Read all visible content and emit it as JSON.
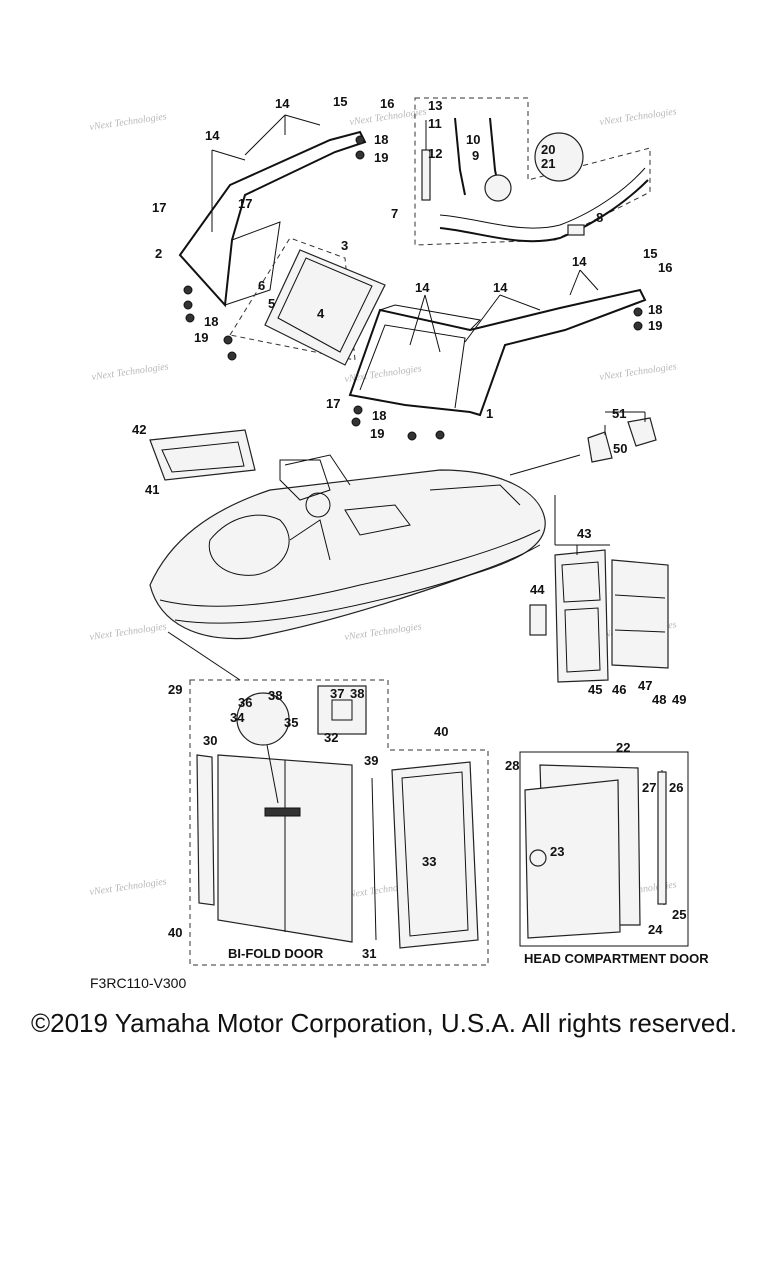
{
  "diagram": {
    "code": "F3RC110-V300",
    "captions": {
      "bifold": "BI-FOLD DOOR",
      "head": "HEAD COMPARTMENT DOOR"
    },
    "watermark": "vNext Technologies",
    "callouts": [
      {
        "num": "1"
      },
      {
        "num": "2"
      },
      {
        "num": "3"
      },
      {
        "num": "4"
      },
      {
        "num": "5"
      },
      {
        "num": "6"
      },
      {
        "num": "7"
      },
      {
        "num": "8"
      },
      {
        "num": "9"
      },
      {
        "num": "10"
      },
      {
        "num": "11"
      },
      {
        "num": "12"
      },
      {
        "num": "13"
      },
      {
        "num": "14"
      },
      {
        "num": "14"
      },
      {
        "num": "14"
      },
      {
        "num": "14"
      },
      {
        "num": "14"
      },
      {
        "num": "15"
      },
      {
        "num": "15"
      },
      {
        "num": "16"
      },
      {
        "num": "16"
      },
      {
        "num": "17"
      },
      {
        "num": "17"
      },
      {
        "num": "17"
      },
      {
        "num": "18"
      },
      {
        "num": "18"
      },
      {
        "num": "18"
      },
      {
        "num": "18"
      },
      {
        "num": "19"
      },
      {
        "num": "19"
      },
      {
        "num": "19"
      },
      {
        "num": "19"
      },
      {
        "num": "20"
      },
      {
        "num": "21"
      },
      {
        "num": "22"
      },
      {
        "num": "23"
      },
      {
        "num": "24"
      },
      {
        "num": "25"
      },
      {
        "num": "26"
      },
      {
        "num": "27"
      },
      {
        "num": "28"
      },
      {
        "num": "29"
      },
      {
        "num": "30"
      },
      {
        "num": "31"
      },
      {
        "num": "32"
      },
      {
        "num": "33"
      },
      {
        "num": "34"
      },
      {
        "num": "35"
      },
      {
        "num": "36"
      },
      {
        "num": "37"
      },
      {
        "num": "38"
      },
      {
        "num": "38"
      },
      {
        "num": "39"
      },
      {
        "num": "40"
      },
      {
        "num": "40"
      },
      {
        "num": "41"
      },
      {
        "num": "42"
      },
      {
        "num": "43"
      },
      {
        "num": "44"
      },
      {
        "num": "45"
      },
      {
        "num": "46"
      },
      {
        "num": "47"
      },
      {
        "num": "48"
      },
      {
        "num": "49"
      },
      {
        "num": "50"
      },
      {
        "num": "51"
      }
    ]
  },
  "footer": {
    "copyright": "©2019 Yamaha Motor Corporation, U.S.A. All rights reserved."
  }
}
